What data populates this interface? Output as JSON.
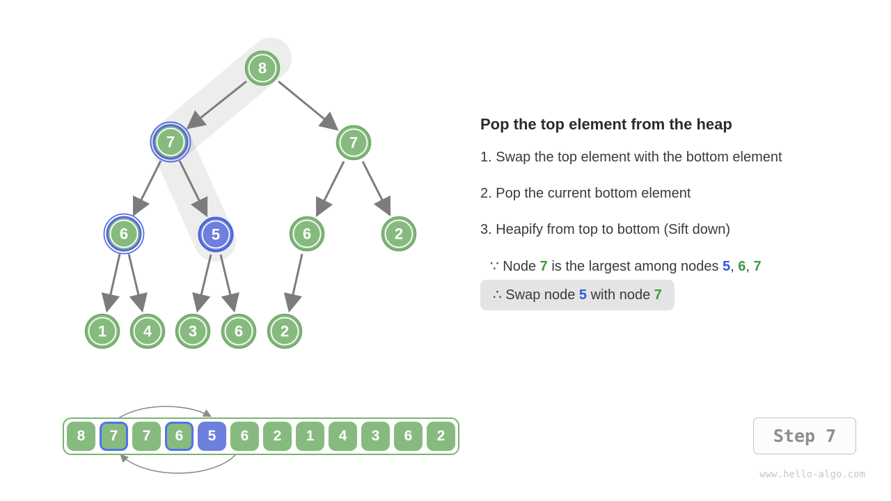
{
  "panel": {
    "title": "Pop the top element from the heap",
    "steps": [
      "1. Swap the top element with the bottom element",
      "2. Pop the current bottom element",
      "3. Heapify from top to bottom (Sift down)"
    ],
    "because_parts": [
      {
        "text": "∵ Node "
      },
      {
        "text": "7",
        "color": "green"
      },
      {
        "text": " is the largest among nodes "
      },
      {
        "text": "5",
        "color": "blue"
      },
      {
        "text": ", "
      },
      {
        "text": "6",
        "color": "green"
      },
      {
        "text": ", "
      },
      {
        "text": "7",
        "color": "green"
      }
    ],
    "therefore_parts": [
      {
        "text": "∴ Swap node "
      },
      {
        "text": "5",
        "color": "blue"
      },
      {
        "text": " with node "
      },
      {
        "text": "7",
        "color": "green"
      }
    ]
  },
  "tree": {
    "nodes": [
      {
        "value": "8",
        "style": "green"
      },
      {
        "value": "7",
        "style": "green-bluering"
      },
      {
        "value": "7",
        "style": "green"
      },
      {
        "value": "6",
        "style": "green-bluering"
      },
      {
        "value": "5",
        "style": "blue"
      },
      {
        "value": "6",
        "style": "green"
      },
      {
        "value": "2",
        "style": "green"
      },
      {
        "value": "1",
        "style": "green"
      },
      {
        "value": "4",
        "style": "green"
      },
      {
        "value": "3",
        "style": "green"
      },
      {
        "value": "6",
        "style": "green"
      },
      {
        "value": "2",
        "style": "green"
      }
    ]
  },
  "array": {
    "cells": [
      {
        "value": "8",
        "style": "green"
      },
      {
        "value": "7",
        "style": "green-blueborder"
      },
      {
        "value": "7",
        "style": "green"
      },
      {
        "value": "6",
        "style": "green-blueborder"
      },
      {
        "value": "5",
        "style": "blue"
      },
      {
        "value": "6",
        "style": "green"
      },
      {
        "value": "2",
        "style": "green"
      },
      {
        "value": "1",
        "style": "green"
      },
      {
        "value": "4",
        "style": "green"
      },
      {
        "value": "3",
        "style": "green"
      },
      {
        "value": "6",
        "style": "green"
      },
      {
        "value": "2",
        "style": "green"
      }
    ]
  },
  "step_indicator": {
    "label": "Step 7"
  },
  "watermark": "www.hello-algo.com",
  "colors": {
    "node_green": "#87ba7f",
    "node_blue": "#6e80dd",
    "highlight_blue": "#5069e0",
    "text_green": "#3f9a3f",
    "text_blue": "#2b5ce0",
    "edge_gray": "#7c7c7c",
    "pill_gray": "#e4e4e4"
  }
}
